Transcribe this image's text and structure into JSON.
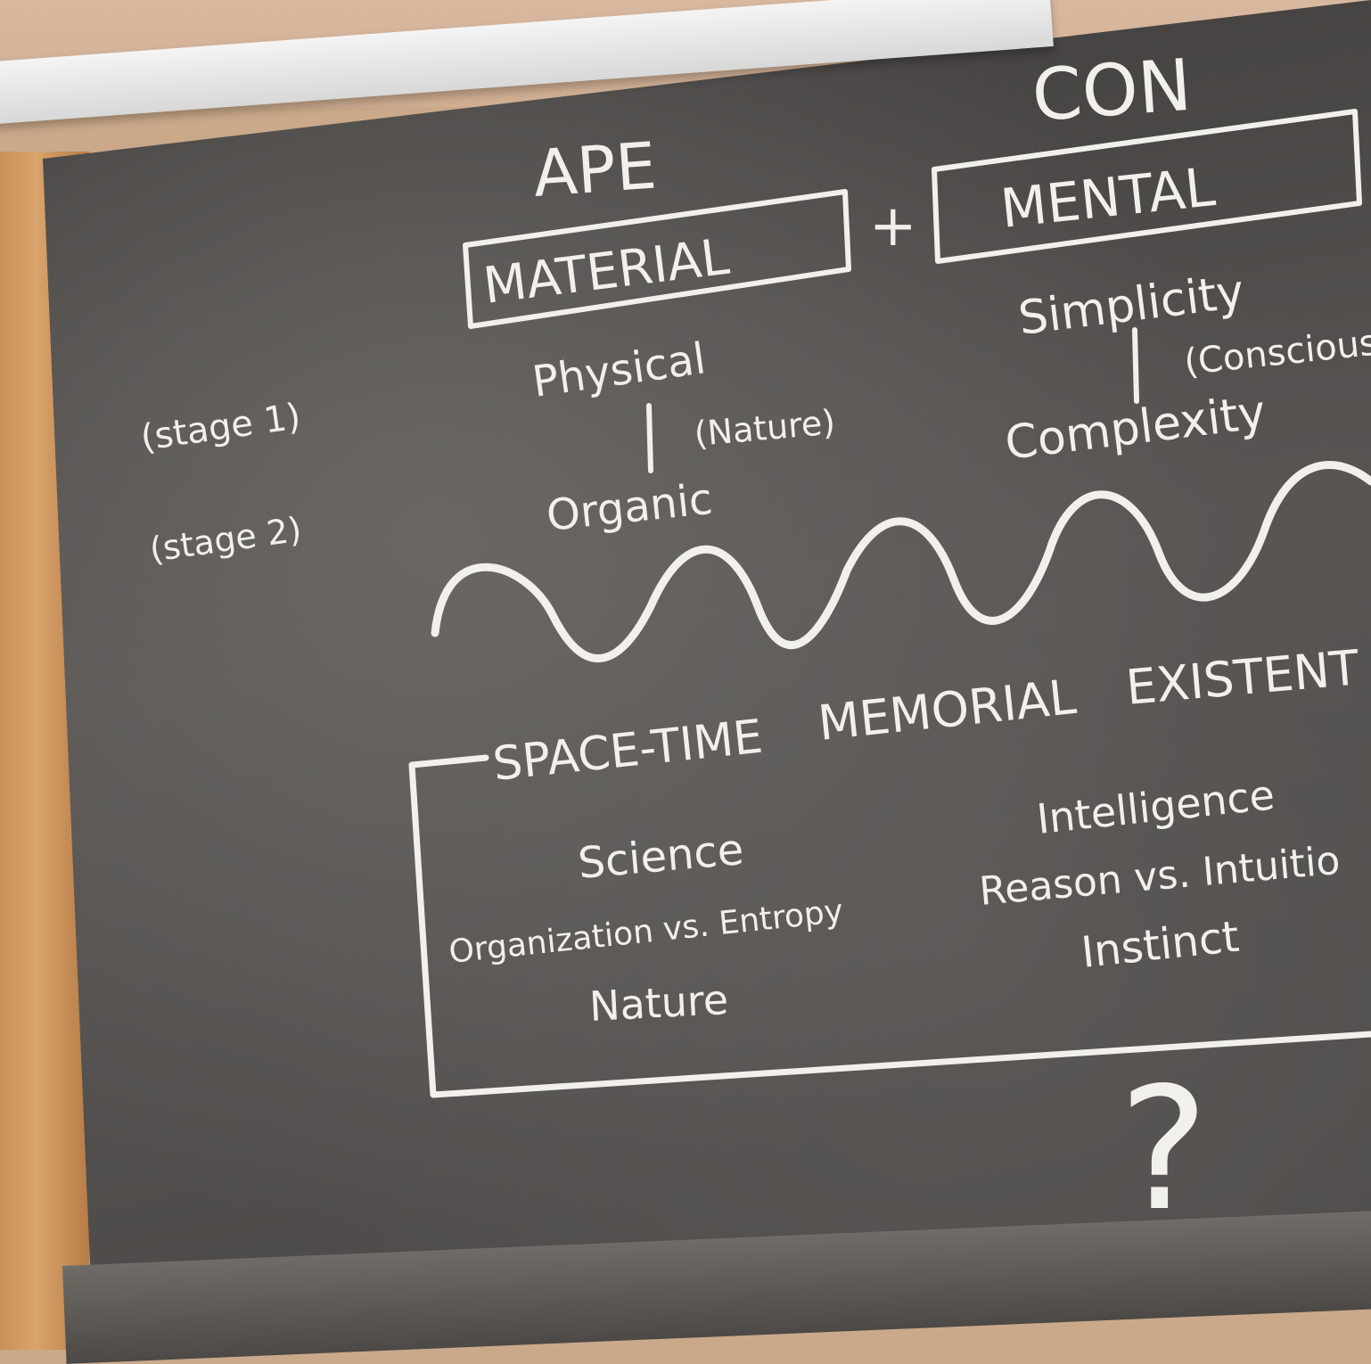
{
  "board": {
    "col1_title": "APE",
    "col2_title": "CON",
    "box1": "MATERIAL",
    "plus": "+",
    "box2": "MENTAL",
    "physical": "Physical",
    "nature_paren": "(Nature)",
    "organic": "Organic",
    "stage1": "(stage 1)",
    "stage2": "(stage 2)",
    "simplicity": "Simplicity",
    "conscious": "(Consciouse",
    "complexity": "Complexity",
    "spacetime": "SPACE-TIME",
    "memorial": "MEMORIAL",
    "existent": "EXISTENT",
    "science": "Science",
    "organization": "Organization vs. Entropy",
    "nature": "Nature",
    "intelligence": "Intelligence",
    "reason": "Reason vs. Intuitio",
    "instinct": "Instinct",
    "question": "?"
  },
  "colors": {
    "chalk": "#f2f0ea",
    "board": "#4f4c4a",
    "wood": "#c9905a"
  }
}
